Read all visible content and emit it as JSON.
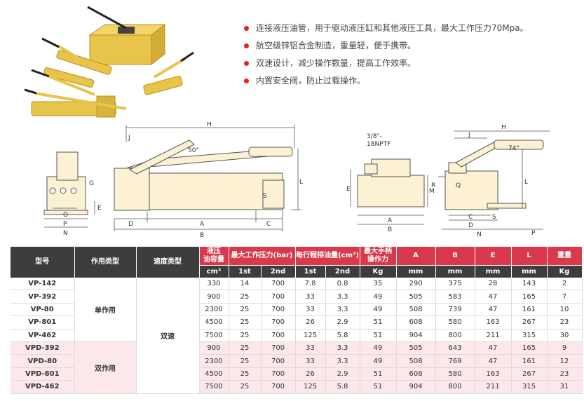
{
  "features": [
    "连接液压油管，用于驱动液压缸和其他液压工具，最大工作压力70Mpa。",
    "航空级锌铝合金制造，重量轻，便于携带。",
    "双速设计，减少操作数量，提高工作效率。",
    "内置安全阀，防止过载操作。"
  ],
  "drawing_left": {
    "labels": {
      "H": "H",
      "J": "J",
      "angle": "50°",
      "L": "L",
      "G": "G",
      "E": "E",
      "S": "S",
      "O": "O",
      "P": "P",
      "N": "N",
      "D": "D",
      "A": "A",
      "C": "C",
      "B": "B"
    }
  },
  "drawing_right": {
    "labels": {
      "thread1": "3/8\"-",
      "thread2": "18NPTF",
      "E": "E",
      "M": "M",
      "A": "A",
      "B": "B",
      "H": "H",
      "J": "J",
      "angle": "74°",
      "R": "R",
      "Q": "Q",
      "L": "L",
      "C": "C",
      "S": "S",
      "D": "D",
      "N": "N",
      "P": "P"
    }
  },
  "table": {
    "headers": {
      "model": "型号",
      "action": "作用类型",
      "speed": "速度类型",
      "capacity": "液压\n油容量",
      "pressure": "最大工作压力(bar)",
      "displacement": "每行程排油量(cm³)",
      "force": "最大手柄\n操作力",
      "A": "A",
      "B": "B",
      "E": "E",
      "L": "L",
      "weight": "重量"
    },
    "units": {
      "capacity": "cm³",
      "p1": "1st",
      "p2": "2nd",
      "d1": "1st",
      "d2": "2nd",
      "force": "Kg",
      "A": "mm",
      "B": "mm",
      "E": "mm",
      "L": "mm",
      "weight": "Kg"
    },
    "single_action": "单作用",
    "double_action": "双作用",
    "speed_type": "双速",
    "rows": [
      {
        "model": "VP-142",
        "capacity": "330",
        "p1": "14",
        "p2": "700",
        "d1": "7.8",
        "d2": "0.8",
        "force": "35",
        "A": "290",
        "B": "375",
        "E": "28",
        "L": "143",
        "weight": "2"
      },
      {
        "model": "VP-392",
        "capacity": "900",
        "p1": "25",
        "p2": "700",
        "d1": "33",
        "d2": "3.3",
        "force": "49",
        "A": "505",
        "B": "583",
        "E": "47",
        "L": "165",
        "weight": "7"
      },
      {
        "model": "VP-80",
        "capacity": "2300",
        "p1": "25",
        "p2": "700",
        "d1": "33",
        "d2": "3.3",
        "force": "49",
        "A": "508",
        "B": "739",
        "E": "47",
        "L": "161",
        "weight": "10"
      },
      {
        "model": "VP-801",
        "capacity": "4500",
        "p1": "25",
        "p2": "700",
        "d1": "26",
        "d2": "2.9",
        "force": "51",
        "A": "608",
        "B": "580",
        "E": "163",
        "L": "267",
        "weight": "23"
      },
      {
        "model": "VP-462",
        "capacity": "7500",
        "p1": "25",
        "p2": "700",
        "d1": "125",
        "d2": "5.8",
        "force": "51",
        "A": "904",
        "B": "800",
        "E": "211",
        "L": "315",
        "weight": "30"
      },
      {
        "model": "VPD-392",
        "capacity": "900",
        "p1": "25",
        "p2": "700",
        "d1": "33",
        "d2": "3.3",
        "force": "49",
        "A": "505",
        "B": "643",
        "E": "47",
        "L": "165",
        "weight": "9"
      },
      {
        "model": "VPD-80",
        "capacity": "2300",
        "p1": "25",
        "p2": "700",
        "d1": "33",
        "d2": "3.3",
        "force": "49",
        "A": "508",
        "B": "769",
        "E": "47",
        "L": "161",
        "weight": "12"
      },
      {
        "model": "VPD-801",
        "capacity": "4500",
        "p1": "25",
        "p2": "700",
        "d1": "26",
        "d2": "2.9",
        "force": "51",
        "A": "608",
        "B": "580",
        "E": "163",
        "L": "267",
        "weight": "23"
      },
      {
        "model": "VPD-462",
        "capacity": "7500",
        "p1": "25",
        "p2": "700",
        "d1": "125",
        "d2": "5.8",
        "force": "51",
        "A": "904",
        "B": "800",
        "E": "211",
        "L": "315",
        "weight": "31"
      }
    ]
  }
}
